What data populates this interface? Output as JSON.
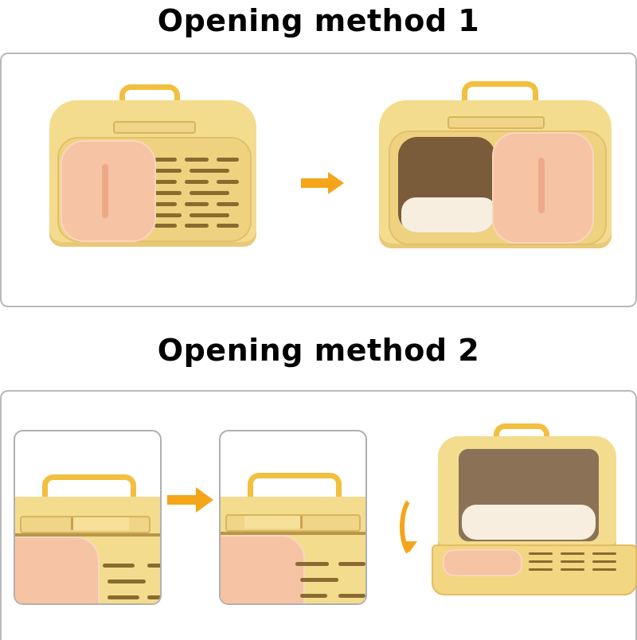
{
  "section1": {
    "title": "Opening method 1",
    "steps": [
      {
        "state": "closed",
        "description": "Carrier with front door closed"
      },
      {
        "state": "door-slid-open",
        "description": "Front door slid to the right revealing bed"
      }
    ],
    "arrow": "arrow-right-icon"
  },
  "section2": {
    "title": "Opening method 2",
    "steps": [
      {
        "state": "latch-locked",
        "description": "Close-up of top latch, locked position"
      },
      {
        "state": "latch-unlocked",
        "description": "Close-up of top latch, slid to unlock"
      },
      {
        "state": "front-folded-down",
        "description": "Front panel folded down revealing bed"
      }
    ],
    "arrow": "arrow-right-icon",
    "fold_arrow": "curved-arrow-down-icon"
  },
  "colors": {
    "accent_arrow": "#f4a51a",
    "carrier_body": "#f3dc8e",
    "door": "#f6c3a4",
    "handle": "#f2bf3f",
    "panel_border": "#b9b9b9"
  }
}
